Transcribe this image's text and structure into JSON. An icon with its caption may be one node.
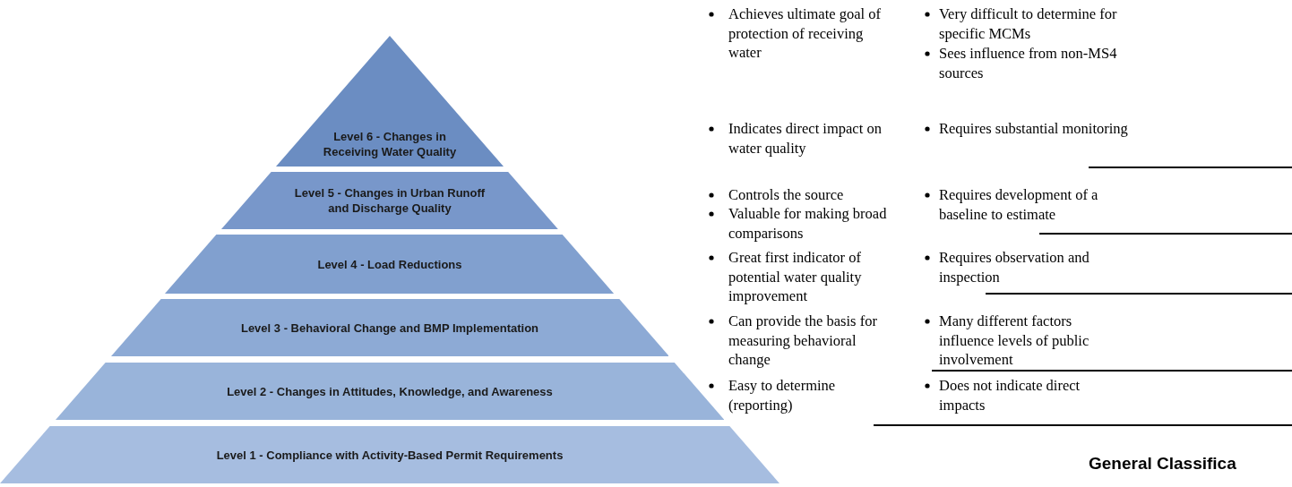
{
  "diagram": {
    "nodes": [
      {
        "text": [
          "Level 6 - Changes in Receiving Water Quality"
        ]
      },
      {
        "text": [
          "Level 5 - Changes in Urban Runoff and Discharge Quality"
        ]
      },
      {
        "text": [
          "Level 4 - Load Reductions"
        ]
      },
      {
        "text": [
          "Level 3 - Behavioral Change and BMP Implementation"
        ]
      },
      {
        "text": [
          "Level 2 - Changes in Attitudes, Knowledge, and Awareness"
        ]
      },
      {
        "text": [
          "Level 1 - Compliance with Activity-Based Permit Requirements"
        ]
      }
    ],
    "edges": [],
    "labels": [
      "Achieves ultimate goal of protection of receiving water",
      "Very difficult to determine for specific MCMs",
      "Sees influence from non-MS4 sources",
      "Indicates direct impact on water quality",
      "Requires substantial monitoring",
      "Controls the source",
      "Valuable for making broad comparisons",
      "Requires development of a baseline to estimate",
      "Great first indicator of potential water quality improvement",
      "Requires observation and inspection",
      "Can provide the basis for measuring behavioral change",
      "Many different factors influence levels of public involvement",
      "Easy to determine (reporting)",
      "Does not indicate direct impacts",
      "General Classifica"
    ]
  }
}
